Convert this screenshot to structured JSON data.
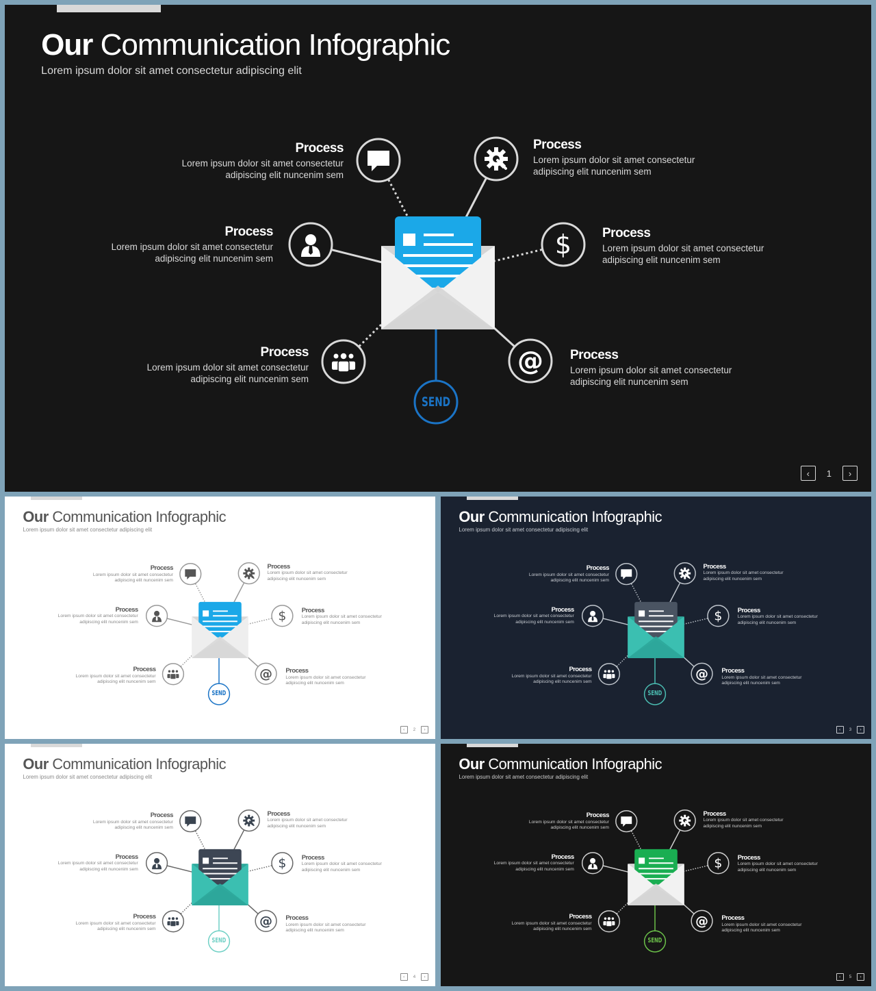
{
  "title_bold": "Our",
  "title_rest": "Communication Infographic",
  "subtitle": "Lorem ipsum dolor sit amet consectetur adipiscing elit",
  "process_title": "Process",
  "process_line1": "Lorem ipsum dolor sit amet consectetur",
  "process_line2": "adipiscing elit nuncenim sem",
  "send_label": "SEND",
  "icons": [
    "speech-bubble-icon",
    "gear-wrench-icon",
    "business-person-icon",
    "dollar-icon",
    "group-icon",
    "at-sign-icon"
  ],
  "slides": [
    {
      "page": "1",
      "bg": "#161616",
      "text": "#ffffff",
      "muted": "#d9d9d9",
      "accent": "#1ba8e8",
      "send": "#1b74c6",
      "ring": "#d9d9d9",
      "icon": "#ffffff",
      "envelope": "#f2f2f2",
      "envelope_flap": "#d5d5d5",
      "letter": "#1ba8e8"
    },
    {
      "page": "2",
      "bg": "#ffffff",
      "text": "#555555",
      "muted": "#888888",
      "accent": "#1ba8e8",
      "send": "#1b74c6",
      "ring": "#999999",
      "icon": "#555555",
      "envelope": "#eeeeee",
      "envelope_flap": "#d8d8d8",
      "letter": "#1ba8e8"
    },
    {
      "page": "3",
      "bg": "#1a2230",
      "text": "#ffffff",
      "muted": "#c8ccd2",
      "accent": "#4bbdb2",
      "send": "#4bbdb2",
      "ring": "#bfc5cc",
      "icon": "#ffffff",
      "envelope": "#3bbfb1",
      "envelope_flap": "#2ea79b",
      "letter": "#4a5462"
    },
    {
      "page": "4",
      "bg": "#ffffff",
      "text": "#555555",
      "muted": "#888888",
      "accent": "#4bbdb2",
      "send": "#6fd0c5",
      "ring": "#666666",
      "icon": "#3a4450",
      "envelope": "#3bbfb1",
      "envelope_flap": "#2ea79b",
      "letter": "#3d4654"
    },
    {
      "page": "5",
      "bg": "#161616",
      "text": "#ffffff",
      "muted": "#cccccc",
      "accent": "#1aae52",
      "send": "#6cc24a",
      "ring": "#d0d0d0",
      "icon": "#ffffff",
      "envelope": "#f2f2f2",
      "envelope_flap": "#d5d5d5",
      "letter": "#1aae52"
    }
  ]
}
